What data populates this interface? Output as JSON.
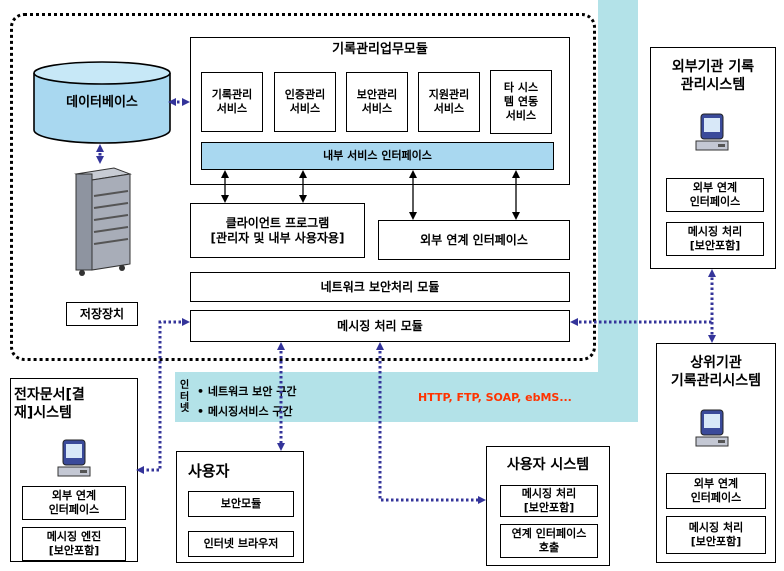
{
  "colors": {
    "accent_band": "#b3e2e8",
    "db_fill": "#a9d8f0",
    "connector": "#34349a",
    "protocol_text": "#ff3300"
  },
  "core": {
    "module_title": "기록관리업무모듈",
    "services": [
      "기록관리\n서비스",
      "인증관리\n서비스",
      "보안관리\n서비스",
      "지원관리\n서비스",
      "타 시스\n템 연동\n서비스"
    ],
    "internal_interface": "내부 서비스 인터페이스",
    "client_program": "클라이언트 프로그램\n[관리자 및 내부 사용자용]",
    "external_interface": "외부 연계 인터페이스",
    "network_security": "네트워크 보안처리 모듈",
    "messaging": "메시징 처리 모듈",
    "database": "데이터베이스",
    "storage": "저장장치"
  },
  "zones": {
    "internet": "인\n터\n넷",
    "network_zone": "• 네트워크 보안 구간",
    "messaging_zone": "• 메시징서비스 구간",
    "protocols": "HTTP, FTP, SOAP, ebMS..."
  },
  "edoc": {
    "title": "전자문서[결\n재]시스템",
    "items": [
      "외부 연계\n인터페이스",
      "메시징 엔진\n[보안포함]"
    ]
  },
  "user": {
    "title": "사용자",
    "items": [
      "보안모듈",
      "인터넷 브라우저"
    ]
  },
  "user_system": {
    "title": "사용자 시스템",
    "items": [
      "메시징 처리\n[보안포함]",
      "연계 인터페이스\n호출"
    ]
  },
  "ext_agency": {
    "title": "외부기관 기록\n관리시스템",
    "items": [
      "외부 연계\n인터페이스",
      "메시징 처리\n[보안포함]"
    ]
  },
  "upper_agency": {
    "title": "상위기관\n기록관리시스템",
    "items": [
      "외부 연계\n인터페이스",
      "메시징 처리\n[보안포함]"
    ]
  },
  "icons": [
    "computer-icon",
    "server-icon"
  ]
}
